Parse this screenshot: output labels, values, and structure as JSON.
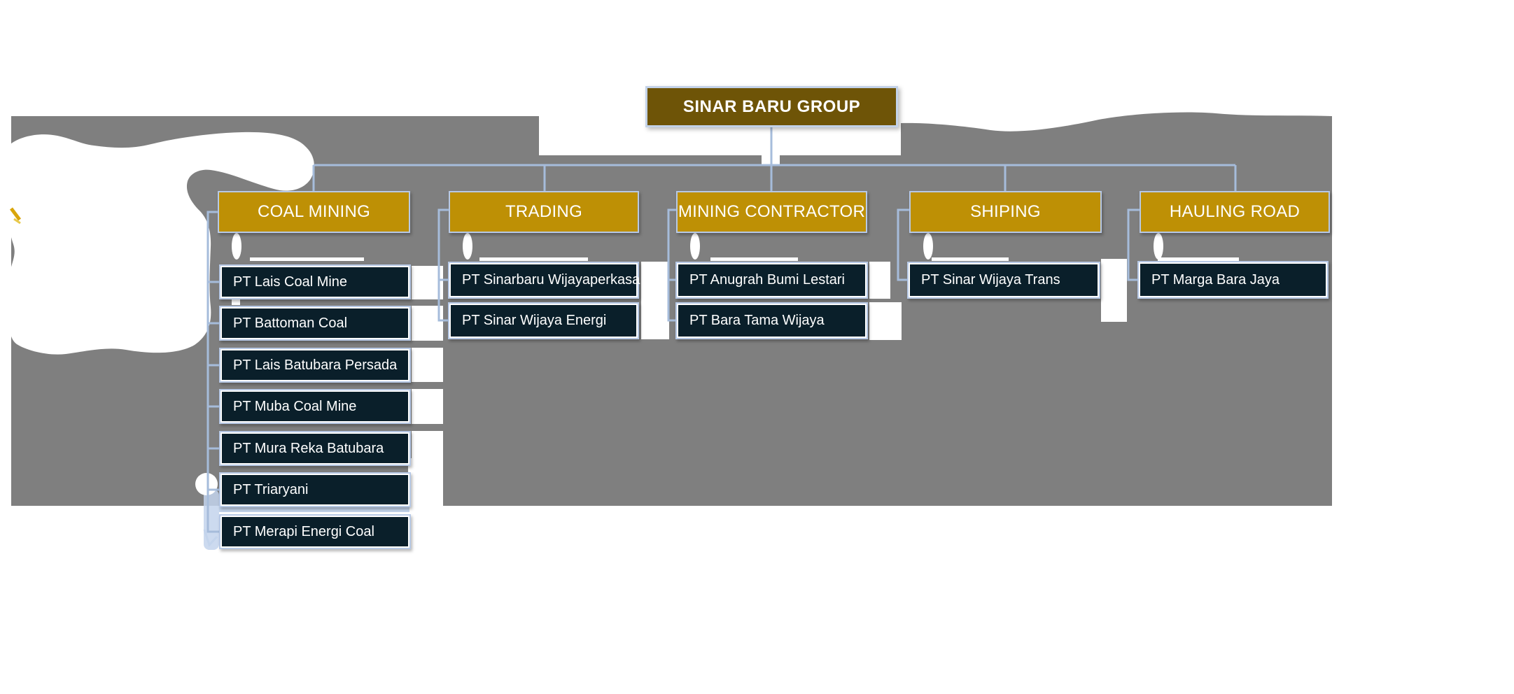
{
  "root": {
    "label": "SINAR BARU GROUP"
  },
  "divisions": [
    {
      "label": "COAL MINING",
      "companies": [
        "PT Lais Coal Mine",
        "PT Battoman Coal",
        "PT Lais Batubara Persada",
        "PT Muba Coal Mine",
        "PT Mura Reka Batubara",
        "PT Triaryani",
        "PT Merapi Energi Coal"
      ]
    },
    {
      "label": "TRADING",
      "companies": [
        "PT Sinarbaru Wijayaperkasa",
        "PT Sinar Wijaya Energi"
      ]
    },
    {
      "label": "MINING CONTRACTOR",
      "companies": [
        "PT Anugrah Bumi Lestari",
        "PT Bara Tama Wijaya"
      ]
    },
    {
      "label": "SHIPING",
      "companies": [
        "PT Sinar Wijaya Trans"
      ]
    },
    {
      "label": "HAULING ROAD",
      "companies": [
        "PT Marga Bara Jaya"
      ]
    }
  ],
  "colors": {
    "group_box": "#6E5407",
    "division_box": "#BE9005",
    "company_box": "#0A1F2A",
    "outline": "#B7C9E6",
    "connector": "#A6BCDB",
    "background_panel": "#7F7F7F",
    "accent_mark": "#D9A50B"
  }
}
